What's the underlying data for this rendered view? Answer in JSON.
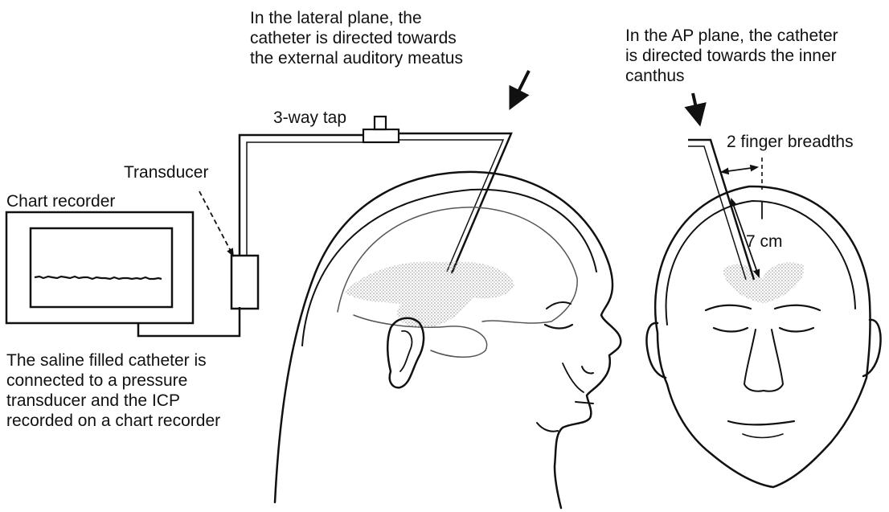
{
  "labels": {
    "lateral_plane_note": "In the lateral plane, the\ncatheter is directed towards\nthe external auditory meatus",
    "ap_plane_note": "In the AP plane, the catheter\nis directed towards the inner\ncanthus",
    "three_way_tap": "3-way tap",
    "transducer": "Transducer",
    "chart_recorder": "Chart recorder",
    "finger_breadths": "2 finger breadths",
    "depth": "7 cm",
    "caption": "The saline filled catheter is\nconnected to a pressure\ntransducer and the ICP\nrecorded on a chart recorder"
  },
  "colors": {
    "ink": "#111111",
    "ventricle_stipple": "#9a9a9a",
    "paper": "#ffffff"
  }
}
